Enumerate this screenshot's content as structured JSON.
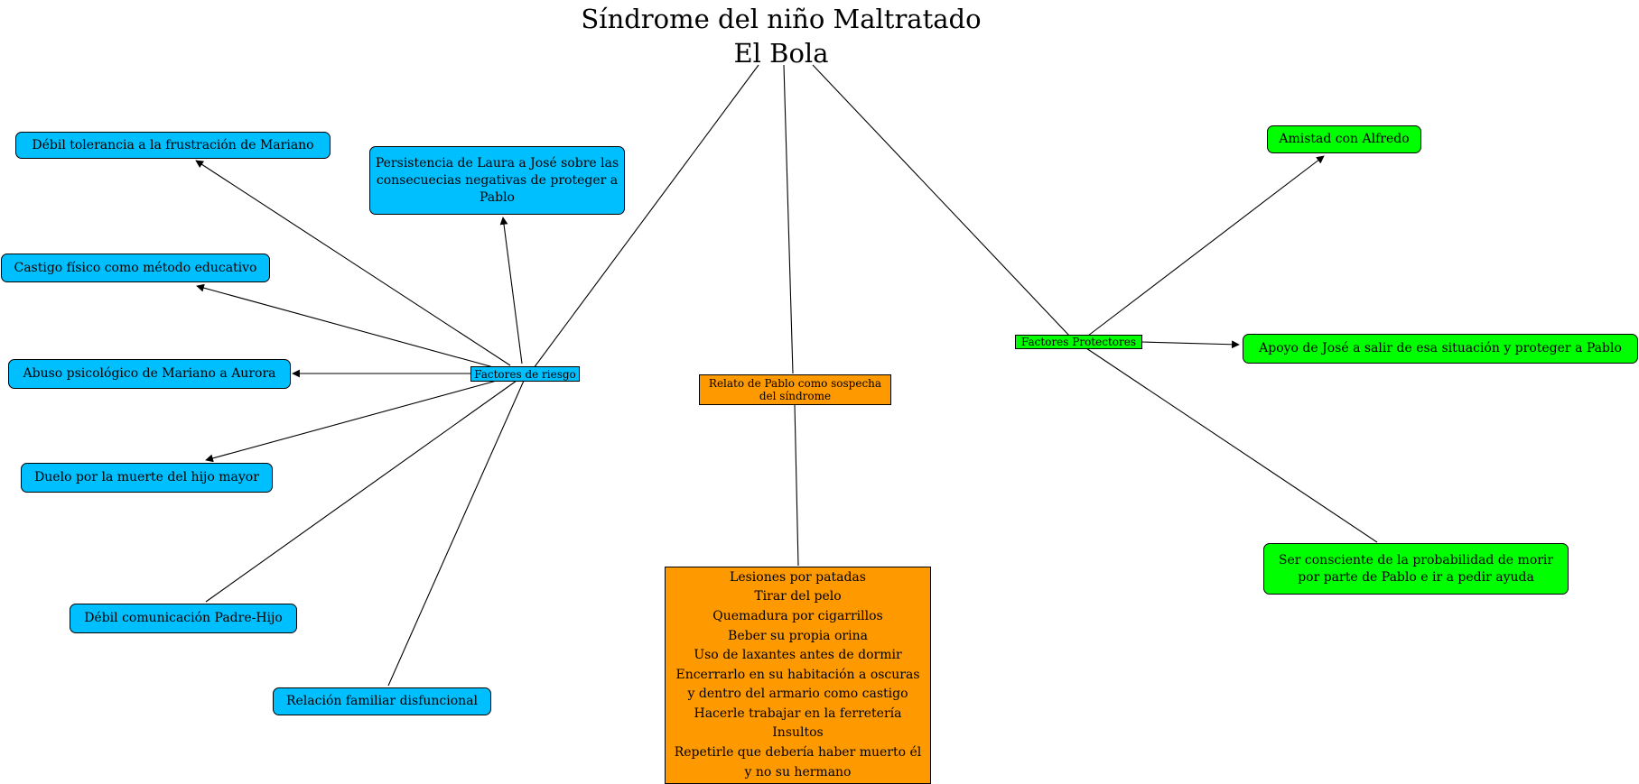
{
  "title": {
    "line1": "Síndrome del niño Maltratado",
    "line2": "El Bola"
  },
  "hubs": {
    "risk": "Factores de riesgo",
    "story": "Relato de Pablo como sospecha del síndrome",
    "protective": "Factores Protectores"
  },
  "risk_factors": [
    "Débil tolerancia a la frustración de  Mariano",
    "Persistencia de Laura a José sobre las consecuecias negativas de proteger a Pablo",
    "Castigo físico como método educativo",
    "Abuso psicológico de Mariano a Aurora",
    "Duelo por la muerte del hijo mayor",
    "Débil comunicación Padre-Hijo",
    "Relación familiar disfuncional"
  ],
  "story_details": [
    "Lesiones por patadas",
    "Tirar del pelo",
    "Quemadura por cigarrillos",
    "Beber su propia orina",
    "Uso de laxantes antes de dormir",
    "Encerrarlo en su habitación a oscuras",
    "y dentro del armario como castigo",
    "Hacerle trabajar en la ferretería",
    "Insultos",
    "Repetirle que debería haber muerto él",
    "y no su hermano"
  ],
  "protective_factors": [
    "Amistad con Alfredo",
    "Apoyo de José a salir de esa situación y proteger a Pablo",
    "Ser consciente de la probabilidad de morir por parte de Pablo e ir a pedir ayuda"
  ],
  "colors": {
    "risk": "#00bfff",
    "story": "#ff9900",
    "protective": "#00ff00"
  }
}
